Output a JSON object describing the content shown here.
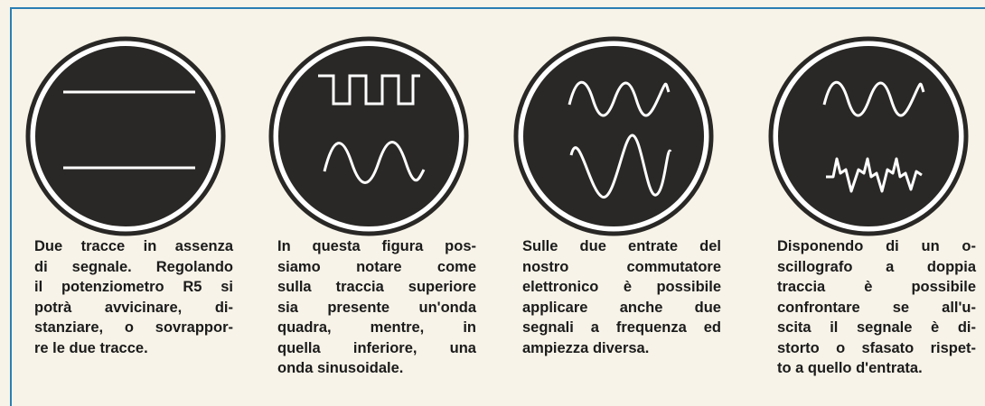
{
  "colors": {
    "frame_border": "#2a7fb3",
    "screen_fill": "#2a2826",
    "trace": "#ffffff",
    "text": "#1b1b1b",
    "paper": "#f7f3e8"
  },
  "panels": [
    {
      "figure": "two-flat-traces",
      "caption_lines": [
        "Due tracce in assenza",
        "di segnale. Regolando",
        "il potenziometro R5 si",
        "potrà avvicinare, di-",
        "stanziare, o sovrappor-",
        "re le due tracce."
      ]
    },
    {
      "figure": "square-and-sine",
      "caption_lines": [
        "In questa figura pos-",
        "siamo notare come",
        "sulla traccia superiore",
        "sia presente un'onda",
        "quadra, mentre, in",
        "quella inferiore, una",
        "onda sinusoidale."
      ]
    },
    {
      "figure": "two-sines-different-amplitude",
      "caption_lines": [
        "Sulle due entrate del",
        "nostro commutatore",
        "elettronico è possibile",
        "applicare anche due",
        "segnali a frequenza ed",
        "ampiezza diversa."
      ]
    },
    {
      "figure": "sine-and-distorted",
      "caption_lines": [
        "Disponendo di un o-",
        "scillografo a doppia",
        "traccia è possibile",
        "confrontare se all'u-",
        "scita il segnale è di-",
        "storto o sfasato rispet-",
        "to a quello d'entrata."
      ]
    }
  ]
}
